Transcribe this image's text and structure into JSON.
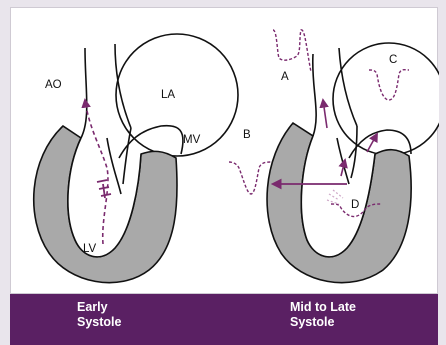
{
  "labels": {
    "ao": "AO",
    "la": "LA",
    "mv": "MV",
    "lv": "LV",
    "a": "A",
    "b": "B",
    "c": "C",
    "d": "D"
  },
  "captions": {
    "early": "Early\nSystole",
    "mid_late": "Mid to Late\nSystole"
  },
  "colors": {
    "frame": "#e9e5ec",
    "footer": "#5a2063",
    "myocardium": "#a9a9a9",
    "flow": "#7a2a6e"
  }
}
